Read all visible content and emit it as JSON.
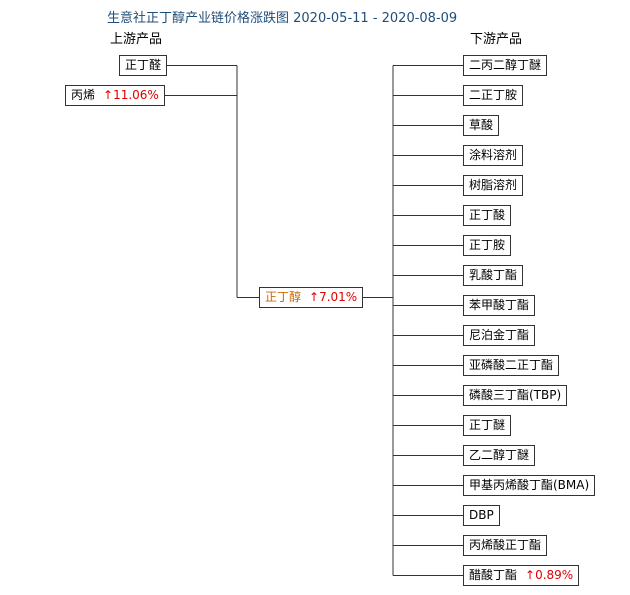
{
  "title": "生意社正丁醇产业链价格涨跌图 2020-05-11 - 2020-08-09",
  "upstream_label": "上游产品",
  "downstream_label": "下游产品",
  "center": {
    "name": "正丁醇",
    "change": "↑7.01%"
  },
  "upstream": [
    {
      "name": "正丁醛",
      "change": ""
    },
    {
      "name": "丙烯",
      "change": "↑11.06%"
    }
  ],
  "downstream": [
    {
      "name": "二丙二醇丁醚",
      "change": ""
    },
    {
      "name": "二正丁胺",
      "change": ""
    },
    {
      "name": "草酸",
      "change": ""
    },
    {
      "name": "涂料溶剂",
      "change": ""
    },
    {
      "name": "树脂溶剂",
      "change": ""
    },
    {
      "name": "正丁酸",
      "change": ""
    },
    {
      "name": "正丁胺",
      "change": ""
    },
    {
      "name": "乳酸丁酯",
      "change": ""
    },
    {
      "name": "苯甲酸丁酯",
      "change": ""
    },
    {
      "name": "尼泊金丁酯",
      "change": ""
    },
    {
      "name": "亚磷酸二正丁酯",
      "change": ""
    },
    {
      "name": "磷酸三丁酯(TBP)",
      "change": ""
    },
    {
      "name": "正丁醚",
      "change": ""
    },
    {
      "name": "乙二醇丁醚",
      "change": ""
    },
    {
      "name": "甲基丙烯酸丁酯(BMA)",
      "change": ""
    },
    {
      "name": "DBP",
      "change": ""
    },
    {
      "name": "丙烯酸正丁酯",
      "change": ""
    },
    {
      "name": "醋酸丁酯",
      "change": "↑0.89%"
    }
  ],
  "colors": {
    "title": "#1f4e79",
    "center": "#d06a00",
    "up": "#e00000",
    "line": "#333333"
  }
}
